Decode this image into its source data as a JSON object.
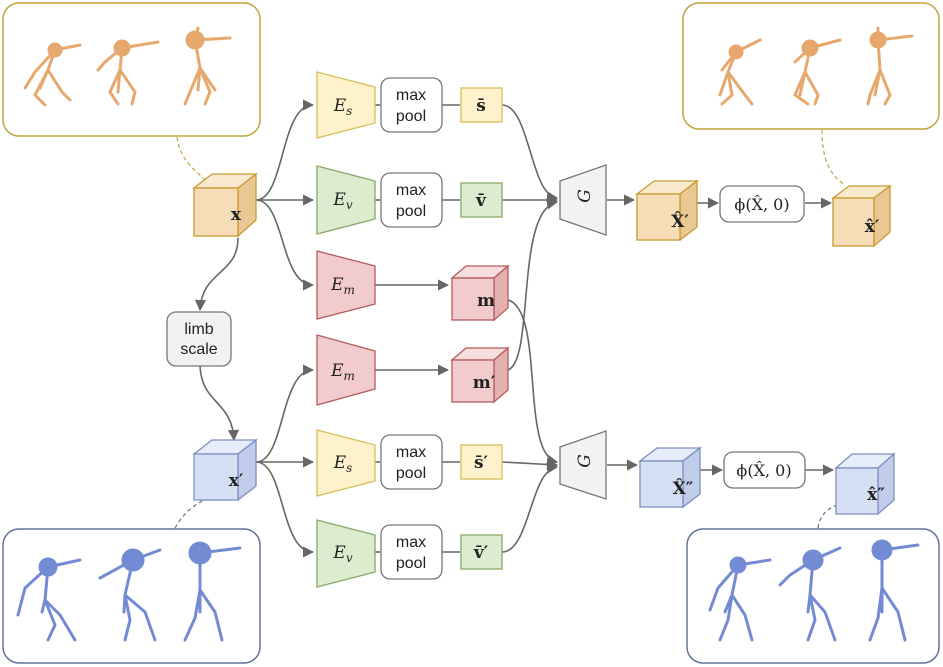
{
  "colors": {
    "orange_face": "#f6ddb7",
    "orange_top": "#f9e9cf",
    "orange_side": "#eac893",
    "orange_stroke": "#c99a30",
    "orange_panel_stroke": "#c2a53e",
    "blue_face": "#d6e0f5",
    "blue_top": "#e6ecf9",
    "blue_side": "#c0cdeb",
    "blue_stroke": "#7c8fc0",
    "blue_panel_stroke": "#63739a",
    "red_face": "#f2cccc",
    "red_top": "#f7dede",
    "red_side": "#e4b0b0",
    "red_stroke": "#b45b5b",
    "yellow_face": "#fdf2cc",
    "yellow_stroke": "#d8bd58",
    "green_face": "#dceccf",
    "green_stroke": "#86a86a",
    "gray_face": "#f2f2f2",
    "gray_stroke": "#777777",
    "arrow": "#666666",
    "skeleton_orange": "#e39a55",
    "skeleton_blue": "#5b77cc"
  },
  "inputs": {
    "x": "x",
    "x_prime": "x′"
  },
  "operations": {
    "limb_scale_line1": "limb",
    "limb_scale_line2": "scale",
    "max_pool_line1": "max",
    "max_pool_line2": "pool"
  },
  "encoders": {
    "static": {
      "symbol": "E",
      "subscript": "s"
    },
    "view": {
      "symbol": "E",
      "subscript": "v"
    },
    "motion": {
      "symbol": "E",
      "subscript": "m"
    }
  },
  "latents": {
    "s_bar": "s̄",
    "v_bar": "v̄",
    "m": "m",
    "m_prime": "m′",
    "s_bar_prime": "s̄′",
    "v_bar_prime": "v̄′"
  },
  "decoder": {
    "symbol": "G"
  },
  "outputs": {
    "X_hat_prime": "X̂′",
    "X_hat_double_prime": "X̂″",
    "x_hat_prime": "x̂′",
    "x_hat_double_prime": "x̂″",
    "projection": "ϕ(X̂, 0)"
  },
  "icons": {
    "skeleton": "skeleton-pose-icon",
    "cube": "3d-tensor-cube-icon",
    "trapezoid": "network-trapezoid-icon"
  }
}
